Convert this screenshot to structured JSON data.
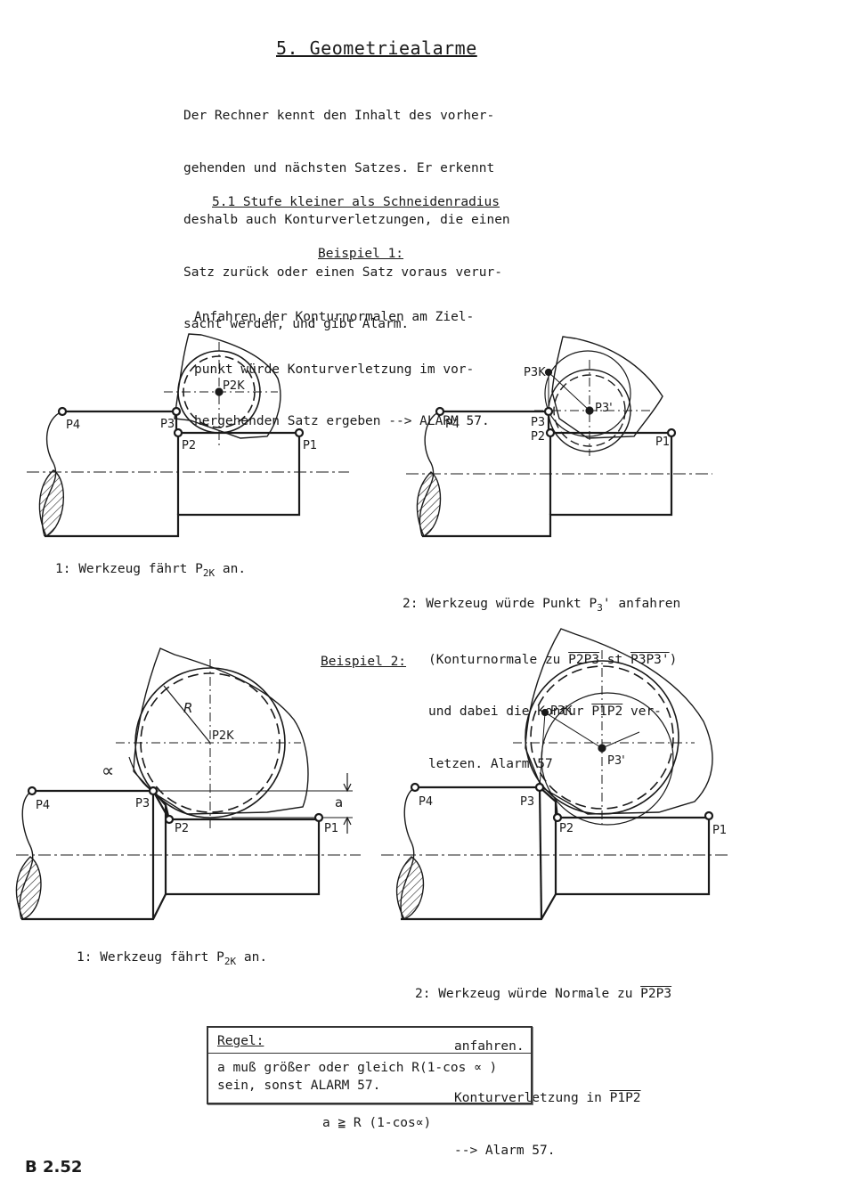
{
  "title": "5. Geometriealarme",
  "intro": [
    "Der Rechner kennt den Inhalt des vorher-",
    "gehenden und nächsten Satzes. Er erkennt",
    "deshalb auch Konturverletzungen, die einen",
    "Satz zurück oder einen Satz voraus verur-",
    "sacht werden, und gibt Alarm."
  ],
  "section": "5.1 Stufe kleiner als Schneidenradius",
  "example1": {
    "heading": "Beispiel 1:",
    "text": [
      "Anfahren der Konturnormalen am Ziel-",
      "punkt würde Konturverletzung im vor-",
      "hergehenden Satz ergeben --> ALARM 57."
    ],
    "cap1_prefix": "1: Werkzeug fährt P",
    "cap1_sub": "2K",
    "cap1_suffix": " an.",
    "cap2_l1a": "2: Werkzeug würde Punkt P",
    "cap2_l1sub": "3",
    "cap2_l1b": "' anfahren",
    "cap2_l2a": "(Konturnormale zu ",
    "cap2_l2ov1": "P2P3",
    "cap2_l2b": " st ",
    "cap2_l2ov2": "P3P3'",
    "cap2_l2c": ")",
    "cap2_l3a": "und dabei die Kontur ",
    "cap2_l3ov": "P1P2",
    "cap2_l3b": " ver-",
    "cap2_l4": "letzen. Alarm 57"
  },
  "example2": {
    "heading": "Beispiel 2:",
    "cap1_prefix": "1: Werkzeug fährt P",
    "cap1_sub": "2K",
    "cap1_suffix": " an.",
    "cap2_l1a": "2: Werkzeug würde Normale zu ",
    "cap2_l1ov": "P2P3",
    "cap2_l2": "anfahren.",
    "cap2_l3a": "Konturverletzung in ",
    "cap2_l3ov": "P1P2",
    "cap2_l4": "--> Alarm 57."
  },
  "rule": {
    "heading": "Regel:",
    "line1": "a muß größer oder gleich R(1-cos ∝ )",
    "line2": "sein, sonst ALARM 57."
  },
  "formula": "a ≧ R (1-cos∝)",
  "page_code": "B 2.52",
  "figure_labels": {
    "p1": "P1",
    "p2": "P2",
    "p3": "P3",
    "p4": "P4",
    "p2k": "P2K",
    "p3k": "P3K",
    "p3p": "P3'",
    "r": "R",
    "alpha": "∝",
    "a": "a"
  }
}
